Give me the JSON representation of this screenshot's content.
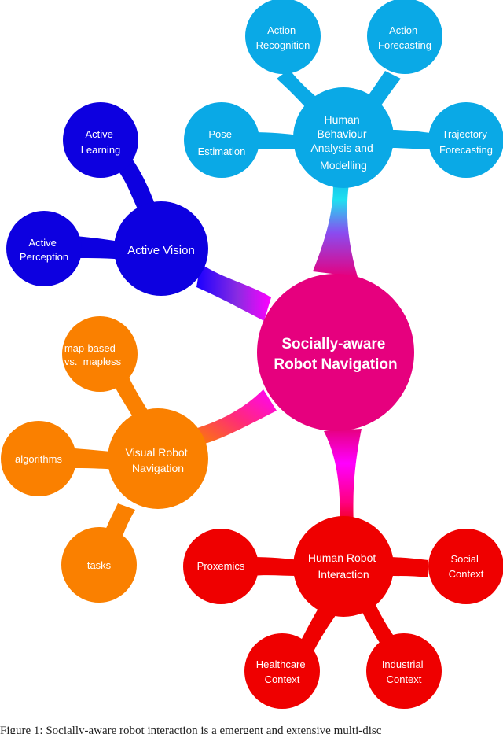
{
  "colors": {
    "center": "#e6007e",
    "human_behaviour": "#0aa9e6",
    "active_vision": "#0d00e0",
    "visual_robot_navigation": "#fa8000",
    "human_robot_interaction": "#ef0000",
    "connector_purple": "#8a2be2",
    "connector_magenta": "#ff00ff",
    "connector_cyan": "#1fe0f0"
  },
  "center": {
    "line1": "Socially-aware",
    "line2": "Robot Navigation"
  },
  "branches": {
    "human_behaviour": {
      "label_lines": [
        "Human",
        "Behaviour",
        "Analysis and",
        "Modelling"
      ],
      "children": {
        "action_recognition": [
          "Action",
          "Recognition"
        ],
        "action_forecasting": [
          "Action",
          "Forecasting"
        ],
        "pose_estimation": [
          "Pose",
          "Estimation"
        ],
        "trajectory_forecasting": [
          "Trajectory",
          "Forecasting"
        ]
      }
    },
    "active_vision": {
      "label_lines": [
        "Active Vision"
      ],
      "children": {
        "active_learning": [
          "Active",
          "Learning"
        ],
        "active_perception": [
          "Active",
          "Perception"
        ]
      }
    },
    "visual_robot_navigation": {
      "label_lines": [
        "Visual Robot",
        "Navigation"
      ],
      "children": {
        "map_based": [
          "map-based",
          "vs.  mapless"
        ],
        "algorithms": [
          "algorithms"
        ],
        "tasks": [
          "tasks"
        ]
      }
    },
    "human_robot_interaction": {
      "label_lines": [
        "Human Robot",
        "Interaction"
      ],
      "children": {
        "proxemics": [
          "Proxemics"
        ],
        "social_context": [
          "Social",
          "Context"
        ],
        "healthcare_context": [
          "Healthcare",
          "Context"
        ],
        "industrial_context": [
          "Industrial",
          "Context"
        ]
      }
    }
  },
  "caption": "Figure 1: Socially-aware robot interaction is a emergent and extensive multi-disc"
}
